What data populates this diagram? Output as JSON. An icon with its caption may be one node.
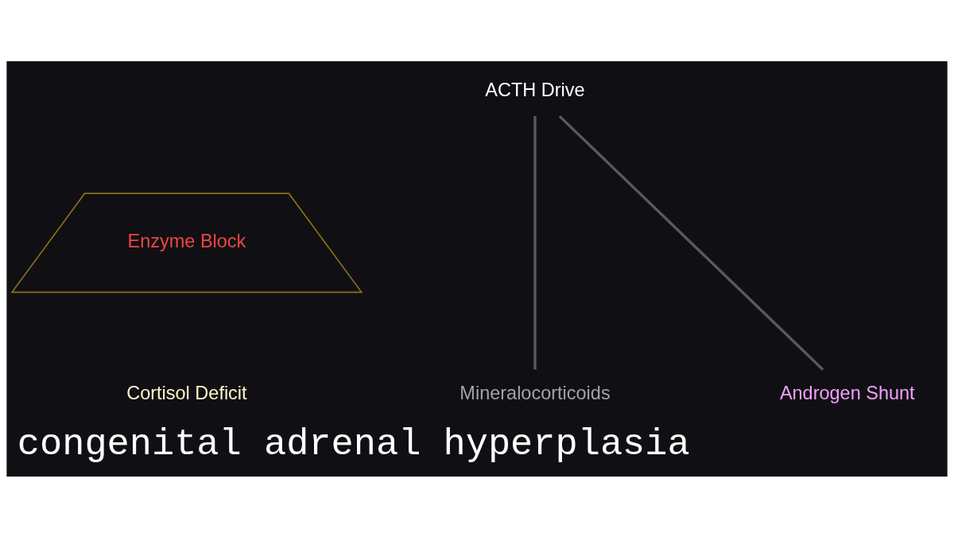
{
  "diagram": {
    "title": "congenital adrenal hyperplasia",
    "nodes": [
      {
        "text": [
          "ACTH Drive"
        ]
      },
      {
        "text": [
          "Enzyme Block"
        ]
      },
      {
        "text": [
          "Cortisol Deficit"
        ]
      },
      {
        "text": [
          "Mineralocorticoids"
        ]
      },
      {
        "text": [
          "Androgen Shunt"
        ]
      }
    ],
    "edges": [
      {
        "from": 0,
        "to": 3,
        "arrow": "none"
      },
      {
        "from": 0,
        "to": 4,
        "arrow": "none"
      }
    ]
  }
}
